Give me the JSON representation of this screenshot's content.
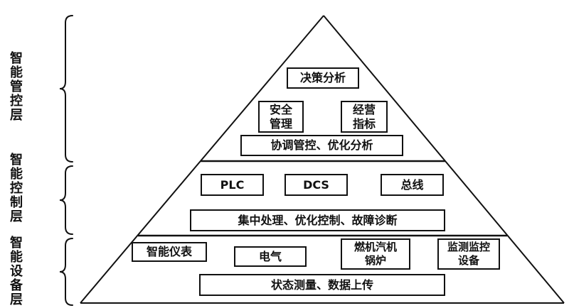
{
  "layers": [
    {
      "label": "智能管控层"
    },
    {
      "label": "智能控制层"
    },
    {
      "label": "智能设备层"
    }
  ],
  "nodes": {
    "decision": {
      "label": "决策分析"
    },
    "safety": {
      "lines": [
        "安全",
        "管理"
      ]
    },
    "business": {
      "lines": [
        "经营",
        "指标"
      ]
    },
    "coordination": {
      "label": "协调管控、优化分析"
    },
    "plc": {
      "label": "PLC"
    },
    "dcs": {
      "label": "DCS"
    },
    "bus": {
      "label": "总线"
    },
    "central": {
      "label": "集中处理、优化控制、故障诊断"
    },
    "instrument": {
      "label": "智能仪表"
    },
    "electrical": {
      "label": "电气"
    },
    "boiler": {
      "lines": [
        "燃机汽机",
        "锅炉"
      ]
    },
    "monitoring": {
      "lines": [
        "监测监控",
        "设备"
      ]
    },
    "status": {
      "label": "状态测量、数据上传"
    }
  },
  "colors": {
    "line": "#111111",
    "background": "#ffffff",
    "text": "#111111"
  }
}
